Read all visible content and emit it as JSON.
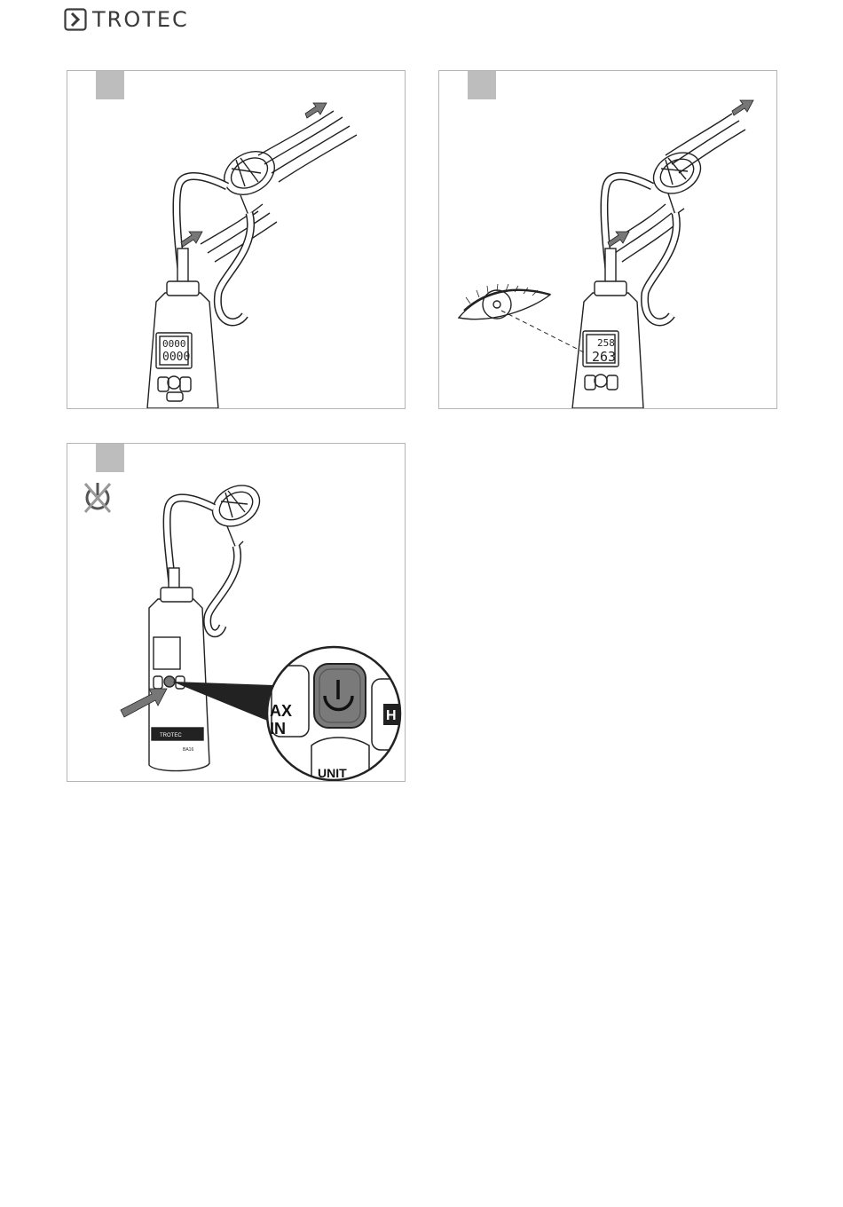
{
  "header": {
    "brand": "TROTEC",
    "logo_icon": "chevron-right-icon"
  },
  "panels": [
    {
      "id": "panel-1",
      "lcd_top": "0000",
      "lcd_bottom": "0000"
    },
    {
      "id": "panel-2",
      "lcd_top": "258",
      "lcd_bottom": "263"
    },
    {
      "id": "panel-3",
      "status_icon": "power-off-crossed-icon",
      "device_brand": "TROTEC",
      "device_model": "BA16",
      "zoom_label_left_1": "AX",
      "zoom_label_left_2": "IN",
      "zoom_label_right": "H",
      "zoom_label_bottom": "UNIT"
    }
  ],
  "colors": {
    "step_box": "#bdbdbd",
    "line": "#222222",
    "arrow_fill": "#777777",
    "power_button": "#7a7a7a"
  }
}
